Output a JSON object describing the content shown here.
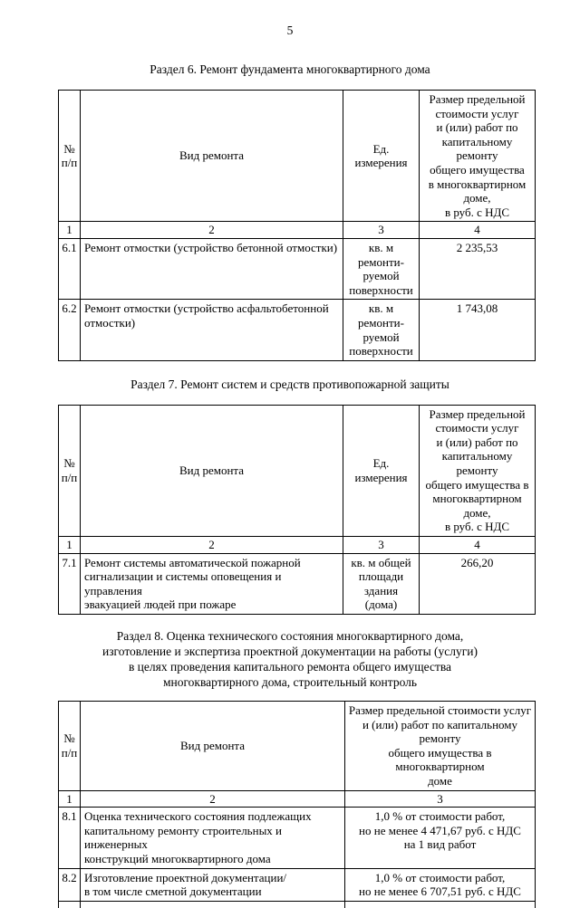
{
  "colors": {
    "text": "#000000",
    "background": "#ffffff"
  },
  "page_number": "5",
  "sections": [
    {
      "title": "Раздел 6. Ремонт фундамента многоквартирного дома",
      "table": {
        "headers": {
          "num": "№\nп/п",
          "type": "Вид ремонта",
          "unit": "Ед.\nизмерения",
          "cost": "Размер предельной\nстоимости услуг\nи (или) работ по\nкапитальному ремонту\nобщего имущества\nв многоквартирном доме,\nв руб. с НДС"
        },
        "col_numbers": [
          "1",
          "2",
          "3",
          "4"
        ],
        "rows": [
          {
            "num": "6.1",
            "type": "Ремонт отмостки (устройство бетонной отмостки)",
            "unit": "кв. м\nремонти-\nруемой\nповерхности",
            "cost": "2 235,53"
          },
          {
            "num": "6.2",
            "type": "Ремонт отмостки (устройство асфальтобетонной\nотмостки)",
            "unit": "кв. м\nремонти-\nруемой\nповерхности",
            "cost": "1 743,08"
          }
        ]
      }
    },
    {
      "title": "Раздел 7. Ремонт систем и средств противопожарной защиты",
      "table": {
        "headers": {
          "num": "№\nп/п",
          "type": "Вид ремонта",
          "unit": "Ед.\nизмерения",
          "cost": "Размер предельной\nстоимости услуг\nи (или) работ по\nкапитальному ремонту\nобщего имущества в\nмногоквартирном доме,\nв руб. с НДС"
        },
        "col_numbers": [
          "1",
          "2",
          "3",
          "4"
        ],
        "rows": [
          {
            "num": "7.1",
            "type": "Ремонт системы автоматической пожарной\nсигнализации и системы оповещения и управления\nэвакуацией людей при пожаре",
            "unit": "кв. м общей\nплощади\nздания\n(дома)",
            "cost": "266,20"
          }
        ]
      }
    },
    {
      "title": "Раздел 8. Оценка технического состояния многоквартирного дома,\nизготовление и экспертиза проектной документации на работы (услуги)\nв целях проведения капитального ремонта общего имущества\nмногоквартирного дома, строительный контроль",
      "table": {
        "headers": {
          "num": "№\nп/п",
          "type": "Вид ремонта",
          "cost": "Размер предельной стоимости услуг\nи (или) работ по капитальному ремонту\nобщего имущества в многоквартирном\nдоме"
        },
        "col_numbers": [
          "1",
          "2",
          "3"
        ],
        "rows": [
          {
            "num": "8.1",
            "type": "Оценка технического состояния подлежащих\nкапитальному ремонту строительных и инженерных\nконструкций многоквартирного дома",
            "cost": "1,0 % от стоимости работ,\nно не менее 4 471,67 руб. с НДС\nна 1 вид работ"
          },
          {
            "num": "8.2",
            "type": "Изготовление проектной документации/\nв том числе сметной документации",
            "cost": "1,0 % от стоимости работ,\nно не менее 6 707,51 руб. с НДС"
          }
        ]
      }
    }
  ]
}
